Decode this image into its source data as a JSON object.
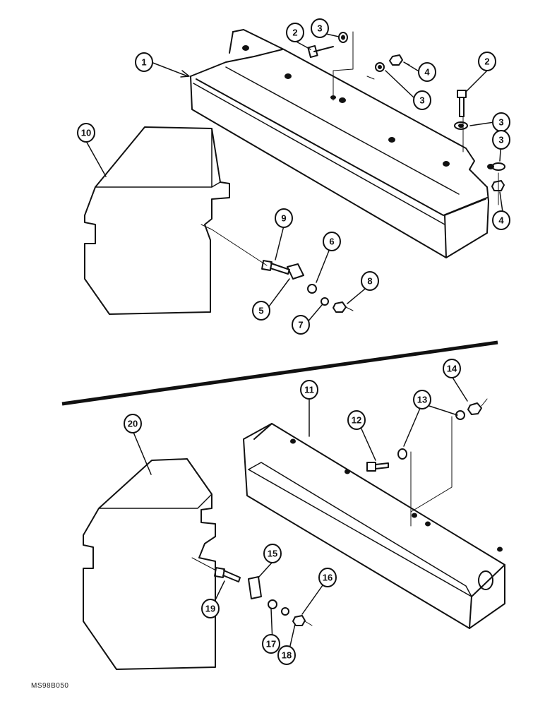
{
  "diagram": {
    "reference_code": "MS98B050",
    "top_assembly": {
      "callouts": [
        "1",
        "2",
        "3",
        "2",
        "3",
        "4",
        "3",
        "3",
        "4",
        "10",
        "9",
        "6",
        "8",
        "5",
        "7"
      ]
    },
    "bottom_assembly": {
      "callouts": [
        "11",
        "14",
        "13",
        "12",
        "20",
        "15",
        "16",
        "19",
        "17",
        "18"
      ]
    }
  }
}
